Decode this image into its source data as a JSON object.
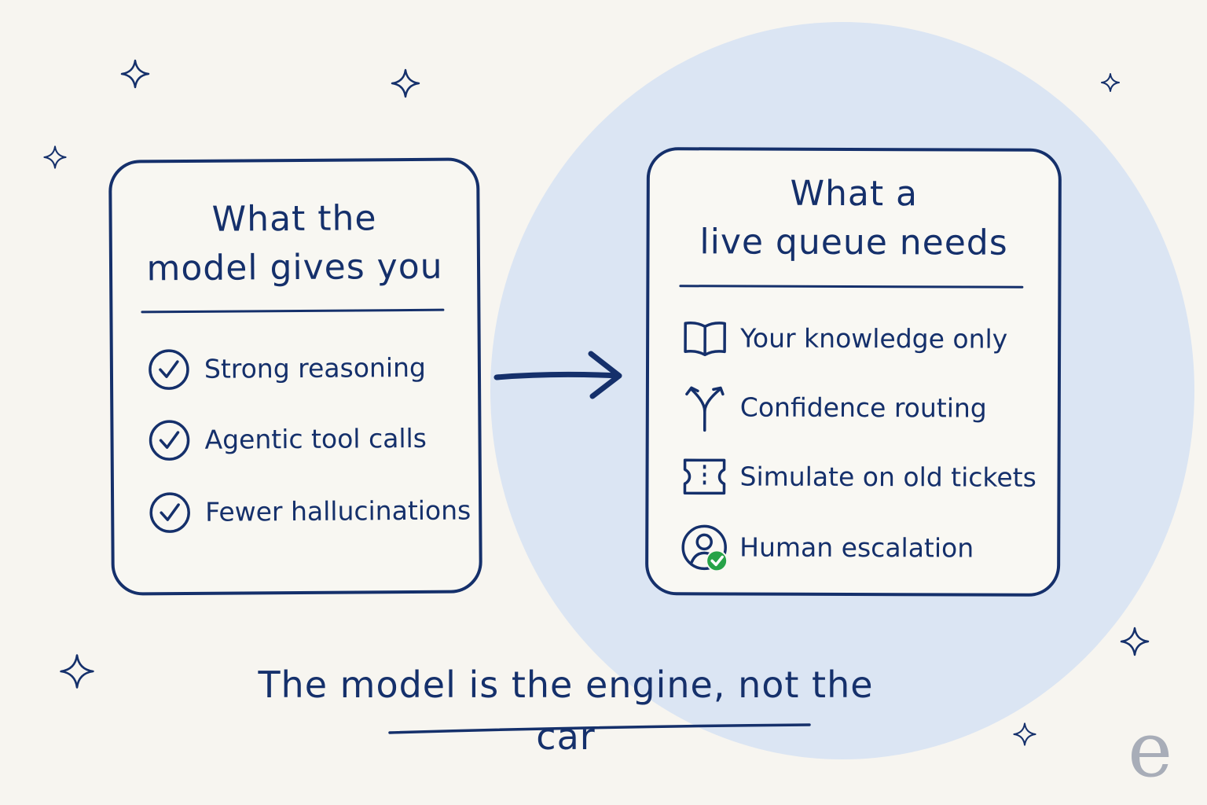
{
  "left_card": {
    "title_line1": "What the",
    "title_line2": "model gives you",
    "items": [
      {
        "label": "Strong reasoning",
        "icon": "check-circle-icon"
      },
      {
        "label": "Agentic tool calls",
        "icon": "check-circle-icon"
      },
      {
        "label": "Fewer hallucinations",
        "icon": "check-circle-icon"
      }
    ]
  },
  "right_card": {
    "title_line1": "What a",
    "title_line2": "live queue needs",
    "items": [
      {
        "label": "Your knowledge only",
        "icon": "open-book-icon"
      },
      {
        "label": "Confidence routing",
        "icon": "fork-arrow-icon"
      },
      {
        "label": "Simulate on old tickets",
        "icon": "ticket-icon"
      },
      {
        "label": "Human escalation",
        "icon": "user-check-icon"
      }
    ]
  },
  "caption": "The model is the engine, not the car",
  "logo_text": "e",
  "colors": {
    "ink": "#15306b",
    "background": "#f7f5f0",
    "circle": "#dbe5f3",
    "check_badge": "#27a348",
    "logo": "#a8adb8"
  }
}
